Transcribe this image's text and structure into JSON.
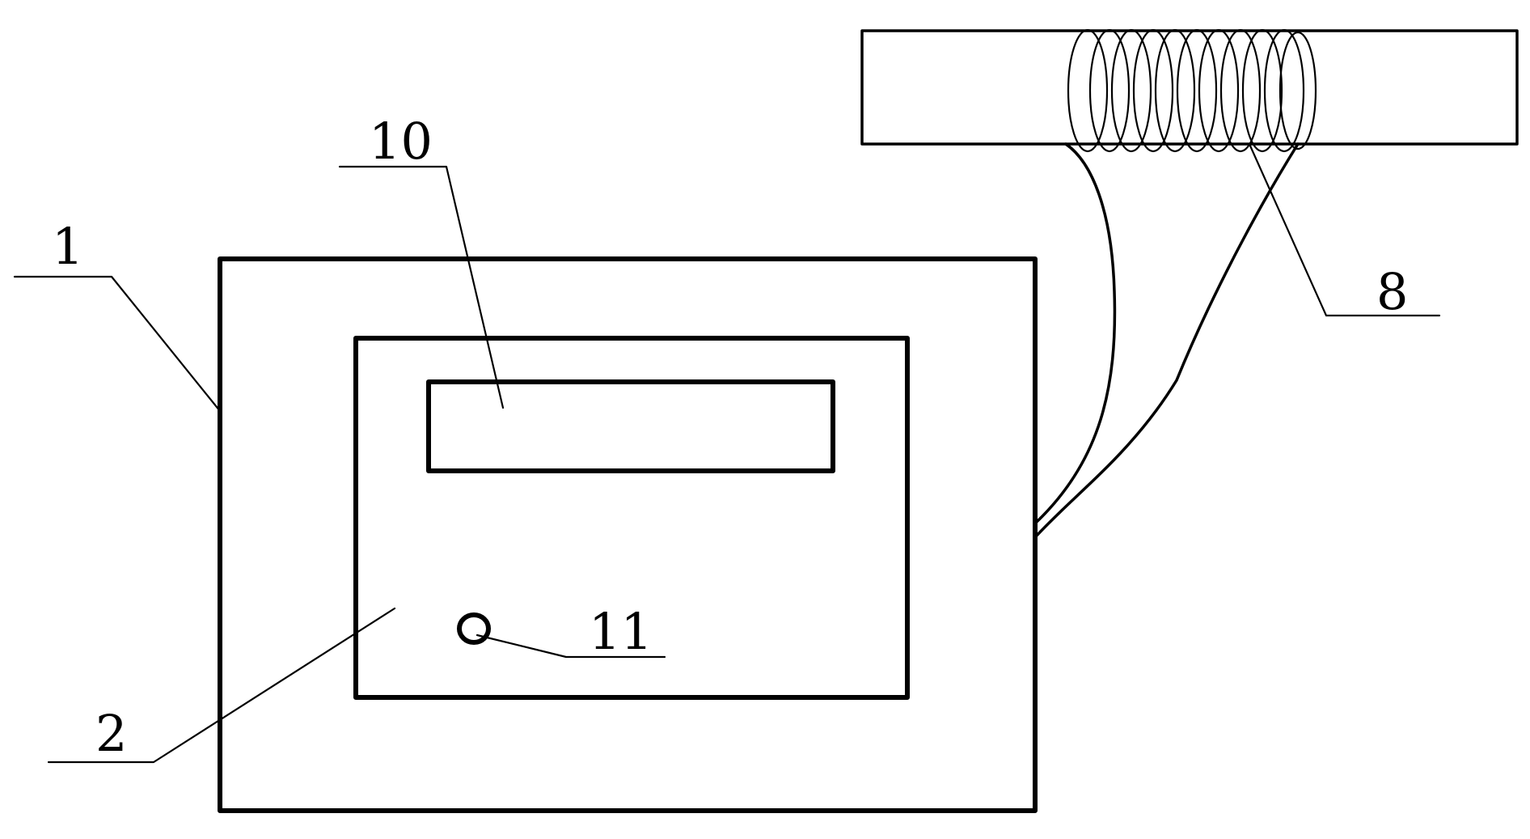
{
  "labels": {
    "housing": "1",
    "panel": "2",
    "coil": "8",
    "display": "10",
    "button": "11"
  },
  "colors": {
    "ink": "#000000",
    "background": "#ffffff"
  }
}
